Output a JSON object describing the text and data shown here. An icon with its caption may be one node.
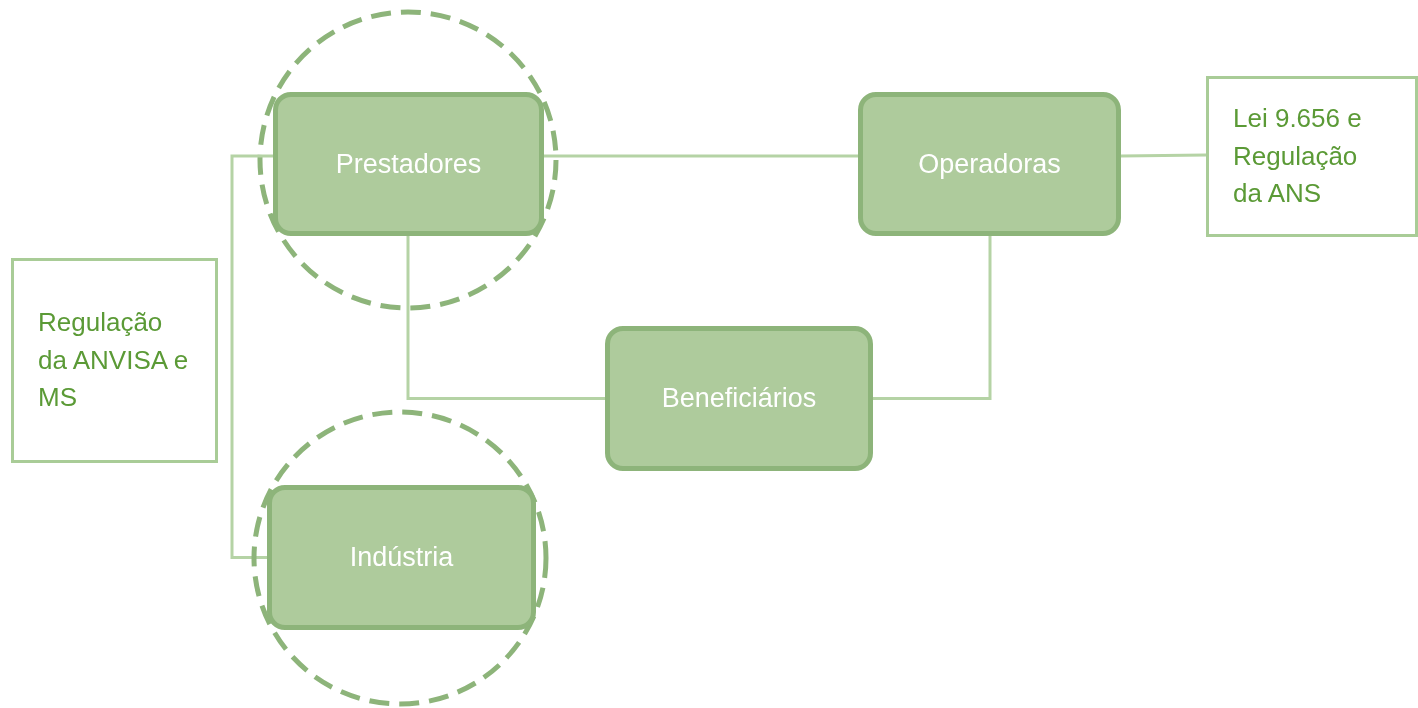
{
  "diagram": {
    "nodes": [
      {
        "text": [
          "Prestadores"
        ]
      },
      {
        "text": [
          "Operadoras"
        ]
      },
      {
        "text": [
          "Lei 9.656 e Regulação da ANS"
        ]
      },
      {
        "text": [
          "Regulação da ANVISA e MS"
        ]
      },
      {
        "text": [
          "Beneficiários"
        ]
      },
      {
        "text": [
          "Indústria"
        ]
      }
    ],
    "edges": [
      {
        "from": 0,
        "to": 1,
        "arrow": "none"
      },
      {
        "from": 1,
        "to": 2,
        "arrow": "none"
      },
      {
        "from": 0,
        "to": 4,
        "arrow": "none"
      },
      {
        "from": 1,
        "to": 4,
        "arrow": "none"
      },
      {
        "from": 0,
        "to": 5,
        "arrow": "none"
      }
    ]
  }
}
